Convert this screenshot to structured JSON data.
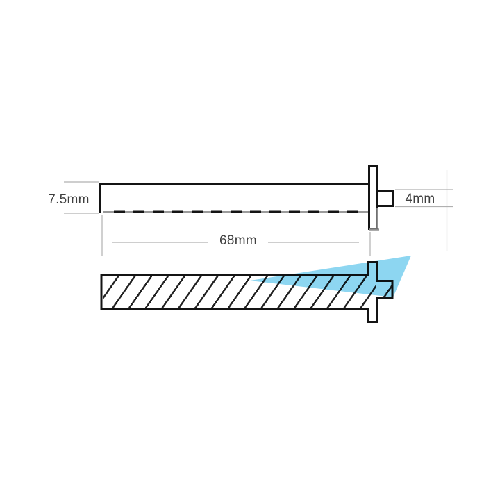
{
  "drawing": {
    "title": "dimensioned part drawing (barrel with flange and tip)",
    "views": {
      "side_view": "outline elevation with hidden bottom edge (dashed)",
      "section_view": "cross-hatched section with flange and tip highlighted"
    },
    "dimensions": {
      "diameter": {
        "value": "7.5mm"
      },
      "length": {
        "value": "68mm"
      },
      "tip": {
        "value": "4mm"
      }
    },
    "colors": {
      "outline": "#141414",
      "hidden_edge_gray": "#9a9a9a",
      "dimension_line": "#b0b0b0",
      "dimension_text": "#3f3f3f",
      "highlight_blue": "#7dd1f0",
      "background": "#ffffff"
    }
  }
}
